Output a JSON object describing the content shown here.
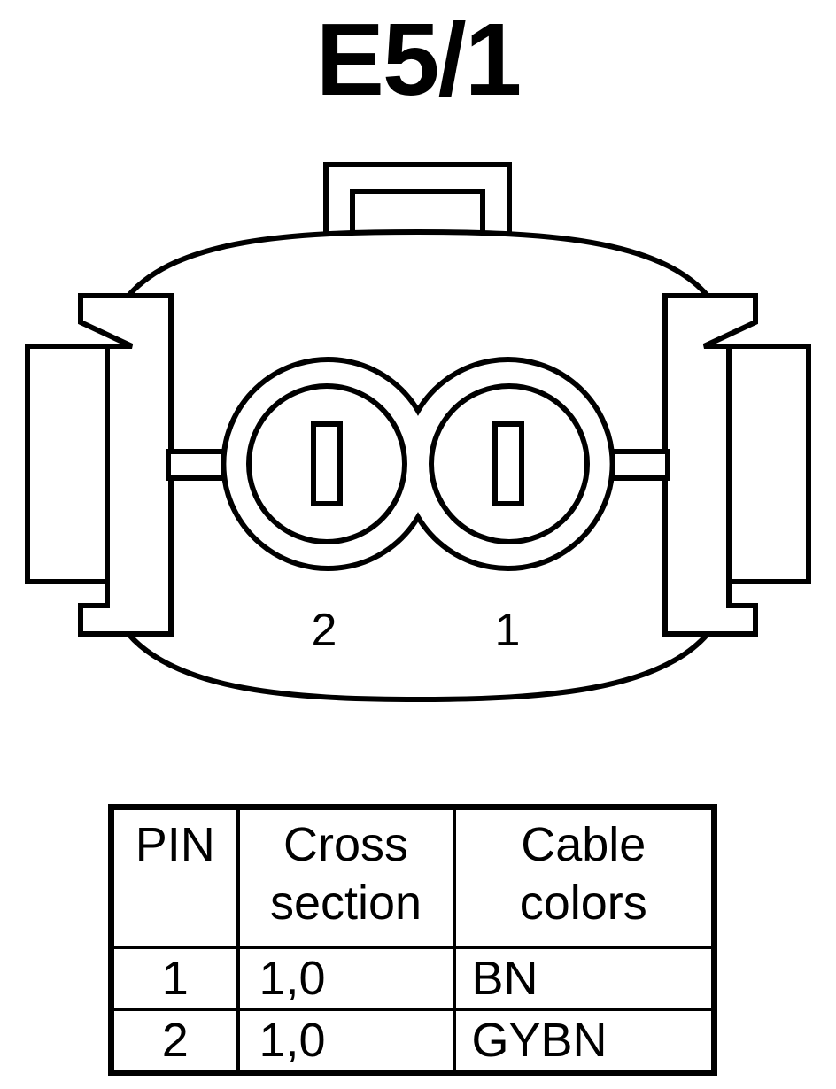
{
  "title": "E5/1",
  "connector": {
    "pin_labels": [
      "2",
      "1"
    ]
  },
  "table": {
    "headers": [
      [
        "PIN"
      ],
      [
        "Cross",
        "section"
      ],
      [
        "Cable",
        "colors"
      ]
    ],
    "rows": [
      {
        "pin": "1",
        "cross_section": "1,0",
        "cable_color": "BN"
      },
      {
        "pin": "2",
        "cross_section": "1,0",
        "cable_color": "GYBN"
      }
    ]
  },
  "colors": {
    "line": "#000000",
    "background": "#ffffff"
  }
}
